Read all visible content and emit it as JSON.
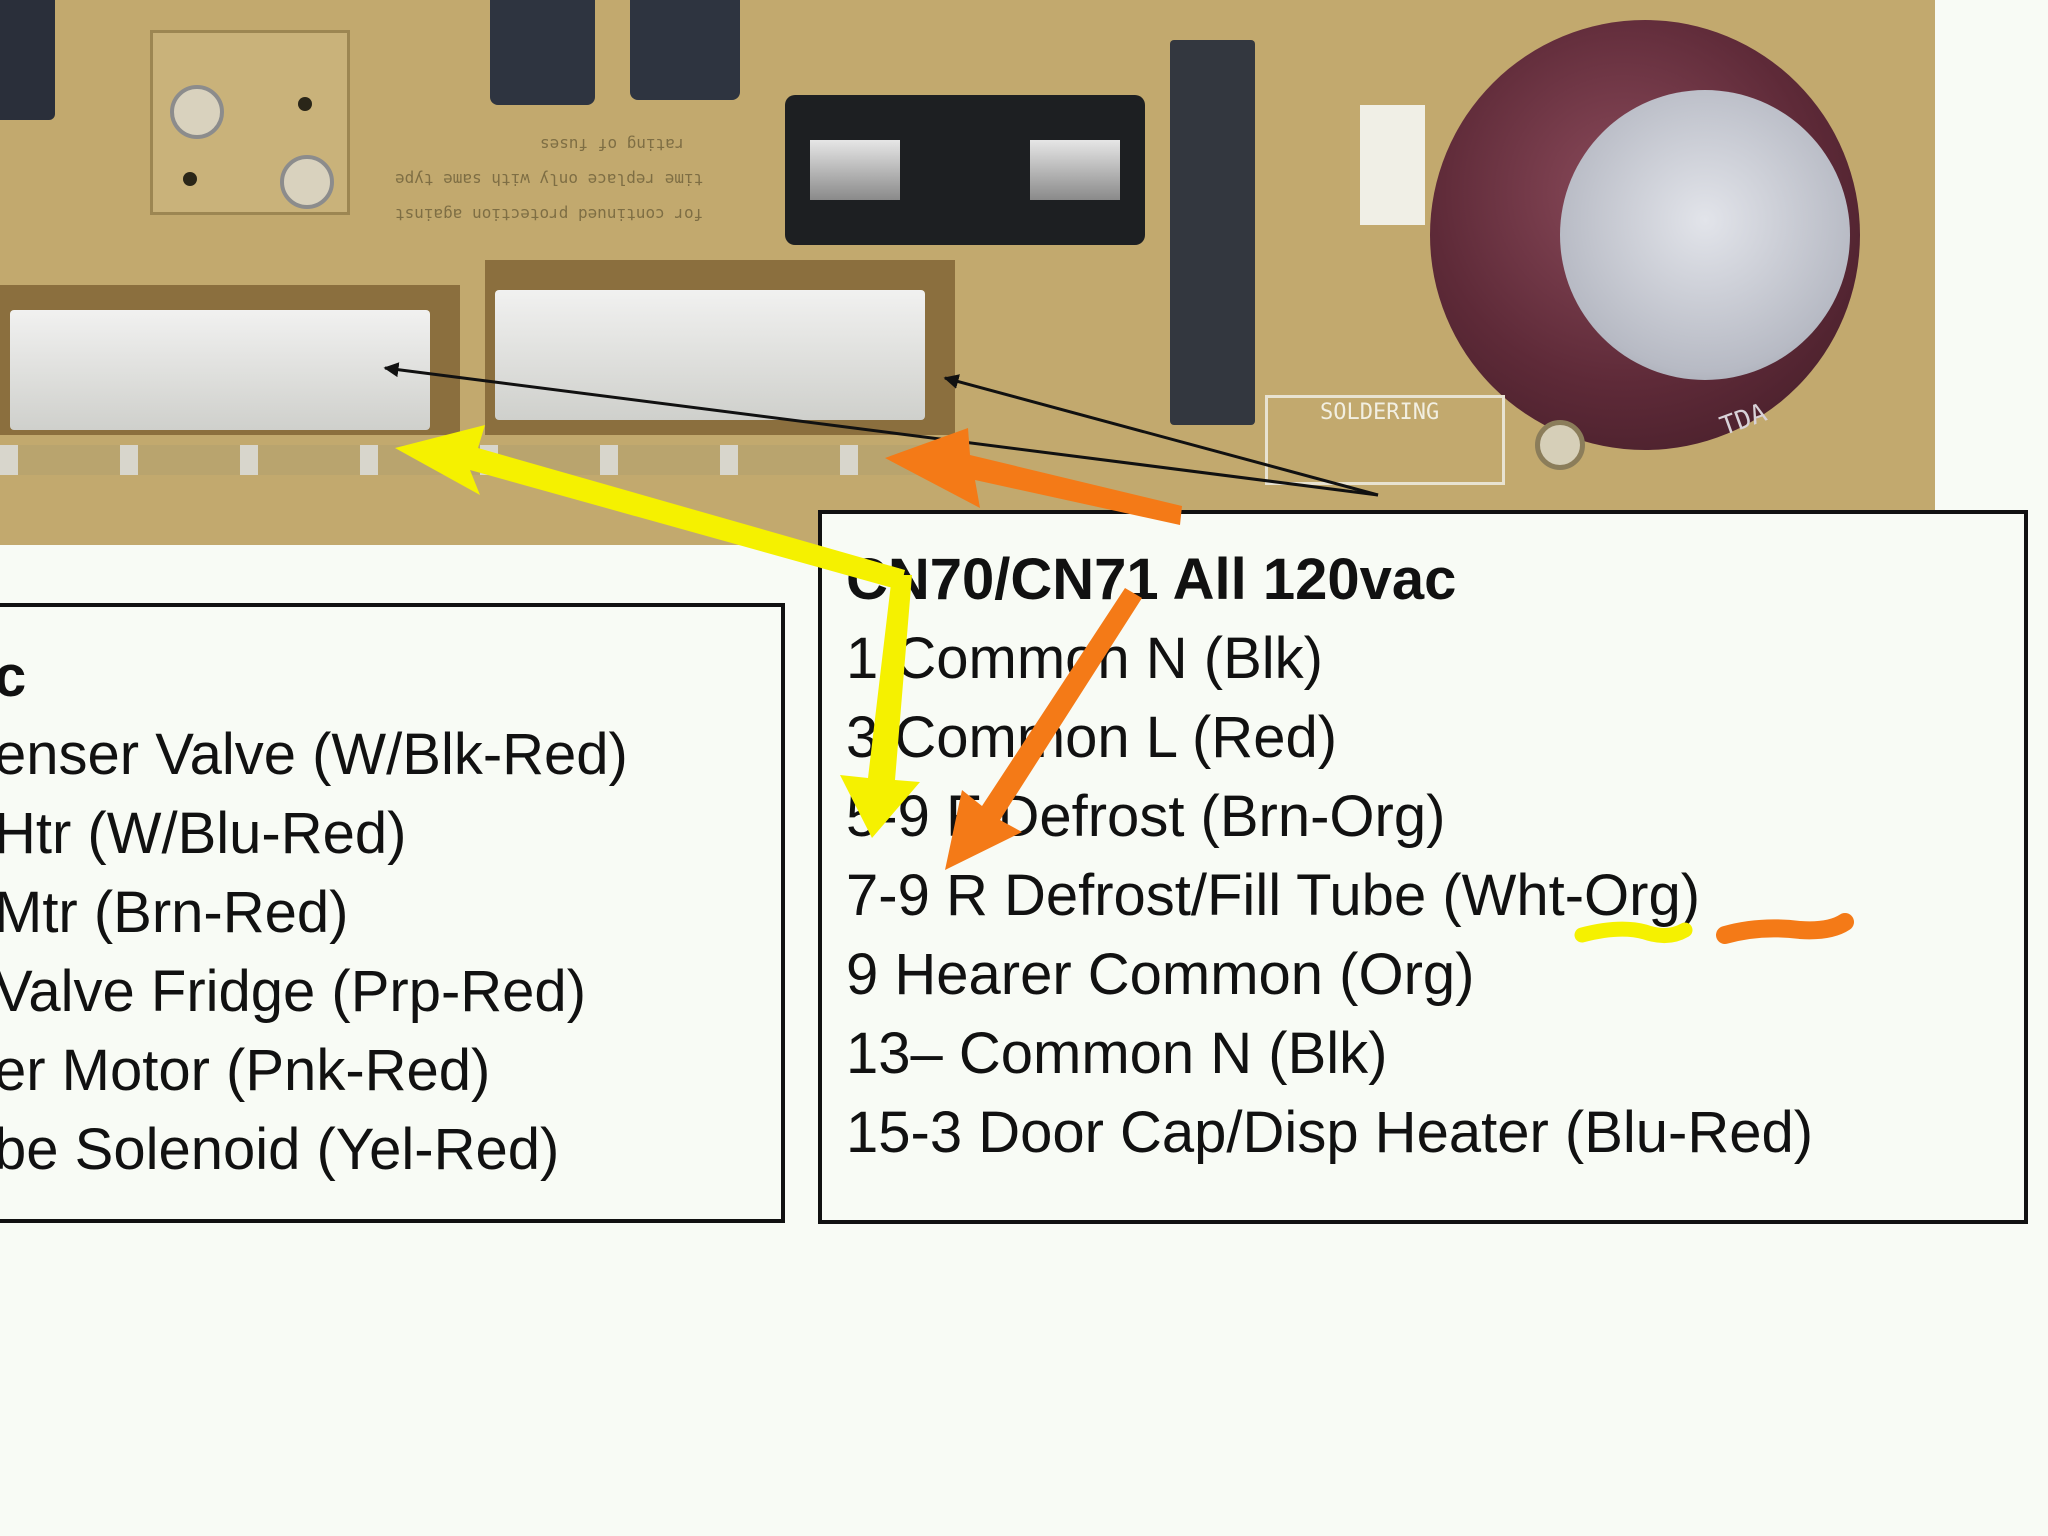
{
  "board": {
    "solder_label": "SOLDERING",
    "cap_label": "TDA",
    "fuse_text": [
      "rating of fuses",
      "time replace only with same type",
      "for continued protection against"
    ]
  },
  "left_box": {
    "heading_partial": "c",
    "lines": [
      "enser Valve (W/Blk-Red)",
      "Htr (W/Blu-Red)",
      "Mtr (Brn-Red)",
      "Valve Fridge (Prp-Red)",
      "er Motor (Pnk-Red)",
      "be Solenoid (Yel-Red)"
    ]
  },
  "right_box": {
    "title": "CN70/CN71 All 120vac",
    "lines": [
      "1 Common N (Blk)",
      "3 Common L (Red)",
      "5-9 F Defrost (Brn-Org)",
      "7-9 R Defrost/Fill Tube (Wht-Org)",
      "9 Hearer Common (Org)",
      "13– Common N (Blk)",
      "15-3 Door Cap/Disp Heater (Blu-Red)"
    ]
  },
  "colors": {
    "board": "#c2a96e",
    "yellow_arrow": "#f5f100",
    "orange_arrow": "#f47a17",
    "black_arrow": "#111111",
    "background": "#f8fbf5"
  }
}
